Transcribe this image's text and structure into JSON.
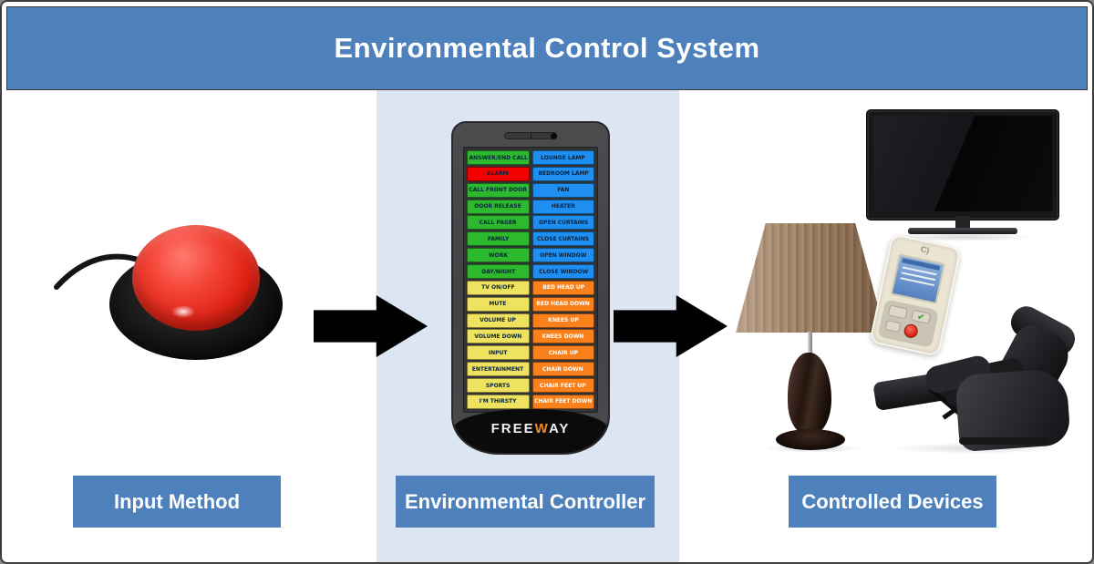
{
  "title": "Environmental Control System",
  "sections": {
    "input": {
      "label": "Input Method"
    },
    "controller": {
      "label": "Environmental Controller"
    },
    "devices": {
      "label": "Controlled Devices"
    }
  },
  "controller_device": {
    "brand_parts": {
      "p1": "FREE",
      "p2": "W",
      "p3": "AY"
    },
    "button_rows": [
      {
        "left": {
          "label": "ANSWER/END CALL",
          "color": "green"
        },
        "right": {
          "label": "LOUNGE LAMP",
          "color": "blue"
        }
      },
      {
        "left": {
          "label": "ALARM",
          "color": "red"
        },
        "right": {
          "label": "BEDROOM LAMP",
          "color": "blue"
        }
      },
      {
        "left": {
          "label": "CALL FRONT DOOR",
          "color": "green"
        },
        "right": {
          "label": "FAN",
          "color": "blue"
        }
      },
      {
        "left": {
          "label": "DOOR RELEASE",
          "color": "green"
        },
        "right": {
          "label": "HEATER",
          "color": "blue"
        }
      },
      {
        "left": {
          "label": "CALL PAGER",
          "color": "green"
        },
        "right": {
          "label": "OPEN CURTAINS",
          "color": "blue"
        }
      },
      {
        "left": {
          "label": "FAMILY",
          "color": "green"
        },
        "right": {
          "label": "CLOSE CURTAINS",
          "color": "blue"
        }
      },
      {
        "left": {
          "label": "WORK",
          "color": "green"
        },
        "right": {
          "label": "OPEN WINDOW",
          "color": "blue"
        }
      },
      {
        "left": {
          "label": "DAY/NIGHT",
          "color": "green"
        },
        "right": {
          "label": "CLOSE WINDOW",
          "color": "blue"
        }
      },
      {
        "left": {
          "label": "TV ON/OFF",
          "color": "yellow"
        },
        "right": {
          "label": "BED HEAD UP",
          "color": "orange"
        }
      },
      {
        "left": {
          "label": "MUTE",
          "color": "yellow"
        },
        "right": {
          "label": "BED HEAD DOWN",
          "color": "orange"
        }
      },
      {
        "left": {
          "label": "VOLUME UP",
          "color": "yellow"
        },
        "right": {
          "label": "KNEES UP",
          "color": "orange"
        }
      },
      {
        "left": {
          "label": "VOLUME DOWN",
          "color": "yellow"
        },
        "right": {
          "label": "KNEES DOWN",
          "color": "orange"
        }
      },
      {
        "left": {
          "label": "INPUT",
          "color": "yellow"
        },
        "right": {
          "label": "CHAIR UP",
          "color": "orange"
        }
      },
      {
        "left": {
          "label": "ENTERTAINMENT",
          "color": "yellow"
        },
        "right": {
          "label": "CHAIR DOWN",
          "color": "orange"
        }
      },
      {
        "left": {
          "label": "SPORTS",
          "color": "yellow"
        },
        "right": {
          "label": "CHAIR FEET UP",
          "color": "orange"
        }
      },
      {
        "left": {
          "label": "I'M THIRSTY",
          "color": "yellow"
        },
        "right": {
          "label": "CHAIR FEET DOWN",
          "color": "orange"
        }
      }
    ]
  },
  "devices": [
    {
      "name": "flat-screen-tv"
    },
    {
      "name": "table-lamp"
    },
    {
      "name": "handheld-remote"
    },
    {
      "name": "recliner-chair"
    }
  ],
  "remote": {
    "check_glyph": "✔",
    "logo": "C)"
  },
  "colors": {
    "header_bg": "#4e80bc",
    "label_bg": "#4e80bc",
    "column_bg": "#dce6f2",
    "arrow": "#000000",
    "btn_green": "#2db92d",
    "btn_red": "#f40000",
    "btn_blue": "#1e8ff0",
    "btn_yellow": "#eee25e",
    "btn_orange": "#f9801a",
    "btn_text_dark": "#0a2440",
    "btn_text_light": "#ffffff"
  }
}
